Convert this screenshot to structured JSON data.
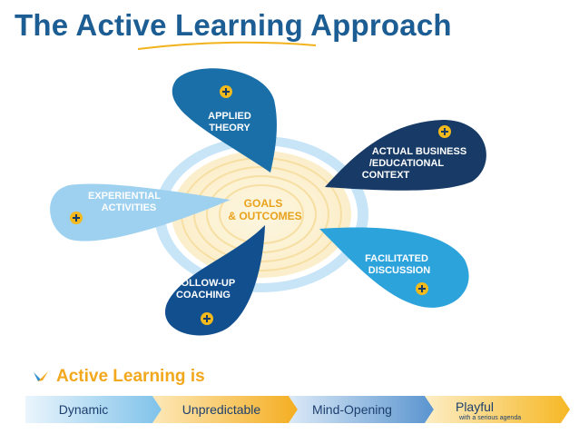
{
  "header": {
    "title": "The Active Learning Approach"
  },
  "diagram": {
    "center": {
      "line1": "GOALS",
      "line2": "& OUTCOMES"
    },
    "petals": [
      {
        "id": "applied-theory",
        "line1": "APPLIED",
        "line2": "THEORY",
        "color": "#1a6fa8"
      },
      {
        "id": "actual-business",
        "line1": "ACTUAL BUSINESS",
        "line2": "/EDUCATIONAL",
        "line3": "CONTEXT",
        "color": "#173b66"
      },
      {
        "id": "facilitated-discussion",
        "line1": "FACILITATED",
        "line2": "DISCUSSION",
        "color": "#2da3dc"
      },
      {
        "id": "follow-up-coaching",
        "line1": "FOLLOW-UP",
        "line2": "COACHING",
        "color": "#124f8f"
      },
      {
        "id": "experiential-activities",
        "line1": "EXPERIENTIAL",
        "line2": "ACTIVITIES",
        "color": "#9dd1ef"
      }
    ],
    "plus_color": "#f2b91c"
  },
  "section": {
    "heading": "Active Learning is"
  },
  "traits": [
    {
      "label": "Dynamic",
      "color": "#7fc2ea"
    },
    {
      "label": "Unpredictable",
      "color": "#f4ae22"
    },
    {
      "label": "Mind-Opening",
      "color": "#5a94cf"
    },
    {
      "label": "Playful",
      "sub": "with a serious agenda",
      "color": "#f6b724"
    }
  ]
}
